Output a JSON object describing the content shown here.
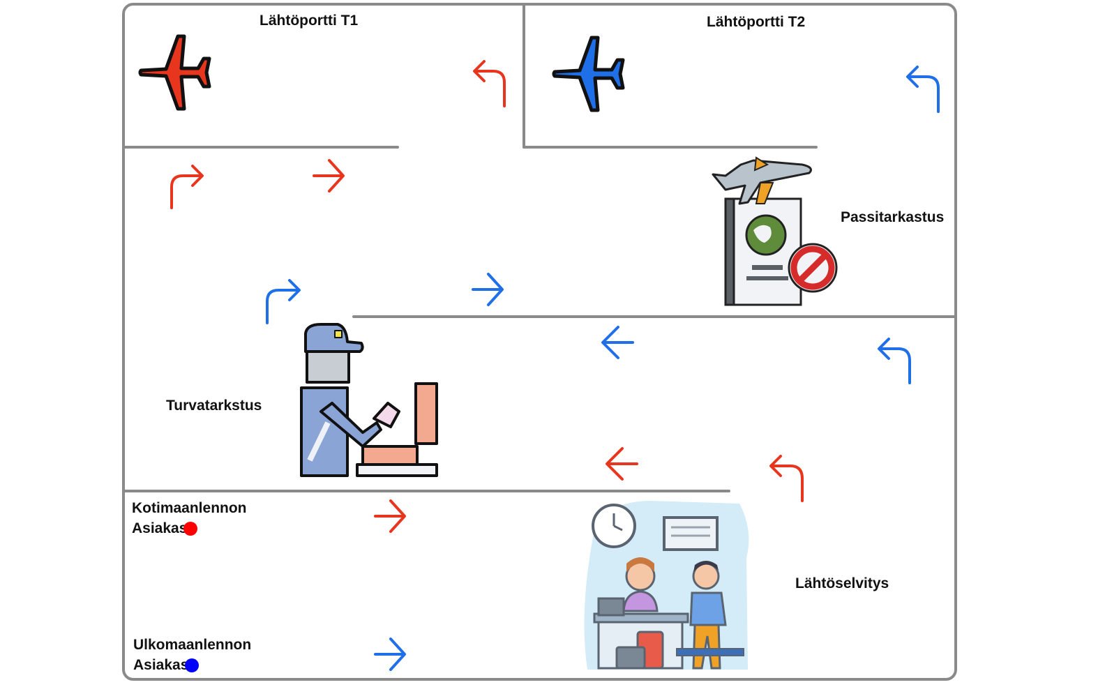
{
  "labels": {
    "gate_t1": "Lähtöportti T1",
    "gate_t2": "Lähtöportti T2",
    "passport": "Passitarkastus",
    "security": "Turvatarkstus",
    "checkin": "Lähtöselvitys",
    "domestic_line1": "Kotimaanlennon",
    "domestic_line2": "Asiakas",
    "international_line1": "Ulkomaanlennon",
    "international_line2": "Asiakas"
  },
  "legend": {
    "domestic_color": "#ff0000",
    "international_color": "#0000ff"
  },
  "colors": {
    "domestic_route": "#e8351d",
    "international_route": "#1f6fe8",
    "walls": "#8a8a8a"
  },
  "icons": [
    "airplane-red-icon",
    "airplane-blue-icon",
    "passport-icon",
    "security-officer-icon",
    "checkin-desk-icon"
  ]
}
